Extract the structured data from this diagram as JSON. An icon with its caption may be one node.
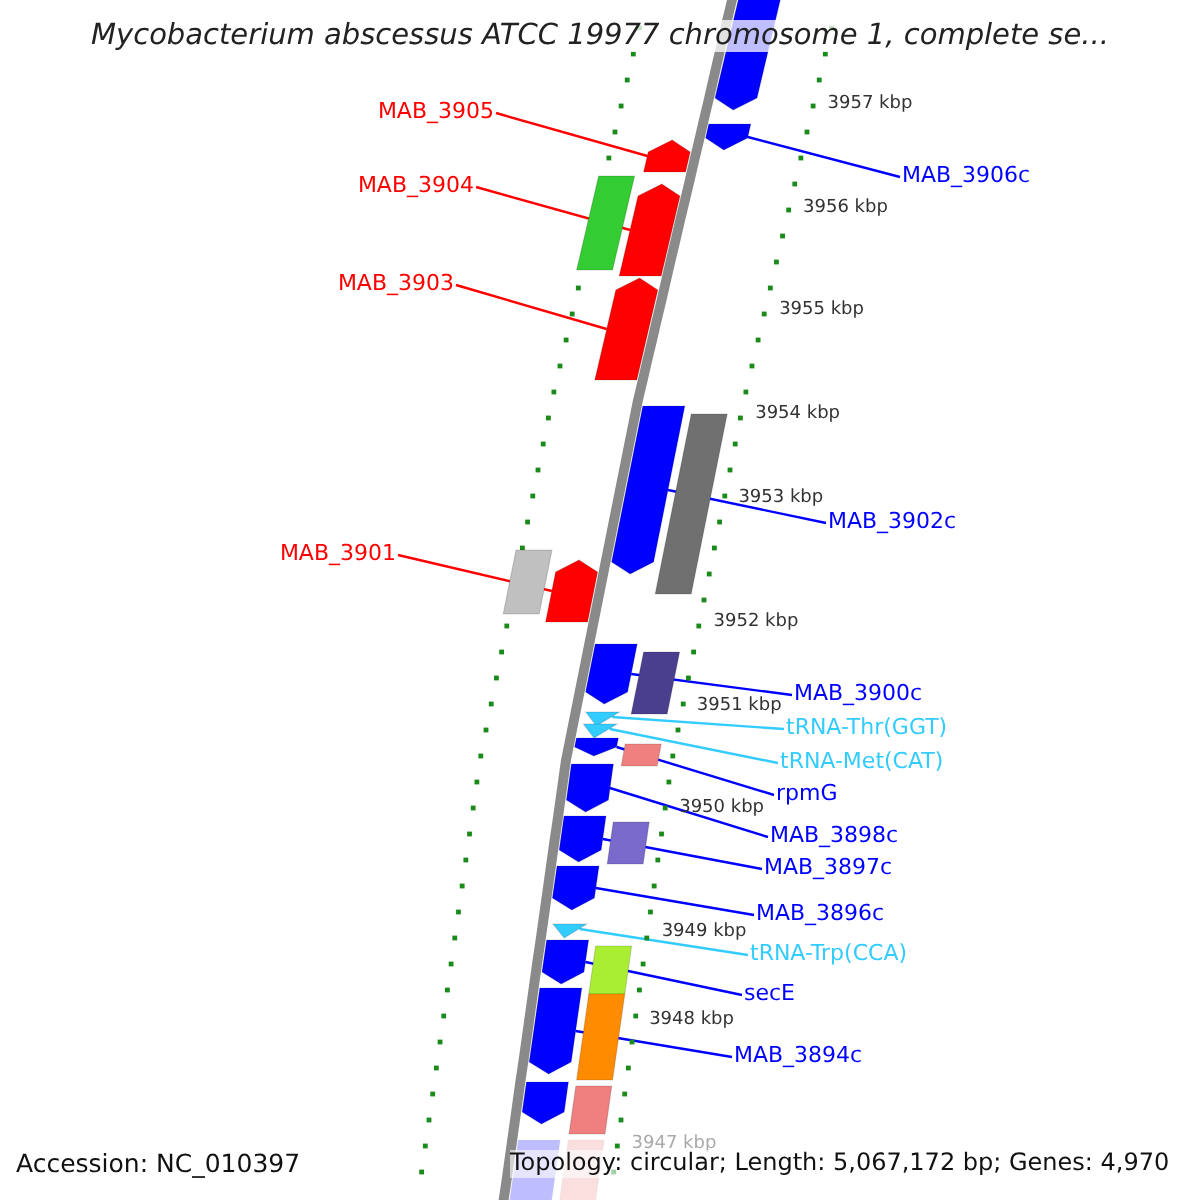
{
  "diagram": {
    "title": "Mycobacterium abscessus ATCC 19977 chromosome 1, complete se...",
    "nodes": [
      {
        "text": [
          "MAB_3905"
        ]
      },
      {
        "text": [
          "MAB_3904"
        ]
      },
      {
        "text": [
          "MAB_3903"
        ]
      },
      {
        "text": [
          "MAB_3906c"
        ]
      },
      {
        "text": [
          "MAB_3902c"
        ]
      },
      {
        "text": [
          "MAB_3901"
        ]
      },
      {
        "text": [
          "MAB_3900c"
        ]
      },
      {
        "text": [
          "tRNA-Thr(GGT)"
        ]
      },
      {
        "text": [
          "tRNA-Met(CAT)"
        ]
      },
      {
        "text": [
          "rpmG"
        ]
      },
      {
        "text": [
          "MAB_3898c"
        ]
      },
      {
        "text": [
          "MAB_3897c"
        ]
      },
      {
        "text": [
          "MAB_3896c"
        ]
      },
      {
        "text": [
          "tRNA-Trp(CCA)"
        ]
      },
      {
        "text": [
          "secE"
        ]
      },
      {
        "text": [
          "MAB_3894c"
        ]
      },
      {
        "text": [],
        "shape": "bar"
      },
      {
        "text": [],
        "shape": "bar"
      },
      {
        "text": [],
        "shape": "bar"
      },
      {
        "text": [],
        "shape": "bar"
      },
      {
        "text": [],
        "shape": "bar"
      },
      {
        "text": [],
        "shape": "bar"
      },
      {
        "text": [],
        "shape": "bar"
      },
      {
        "text": [],
        "shape": "bar"
      },
      {
        "text": [],
        "shape": "bar"
      },
      {
        "text": [],
        "shape": "bar"
      },
      {
        "text": [],
        "shape": "bar"
      },
      {
        "text": [],
        "shape": "bar"
      },
      {
        "text": [],
        "shape": "bar"
      },
      {
        "text": [],
        "shape": "bar"
      },
      {
        "text": [],
        "shape": "bar"
      },
      {
        "text": [],
        "shape": "bar"
      },
      {
        "text": [],
        "shape": "bar"
      },
      {
        "text": [],
        "shape": "bar"
      },
      {
        "text": [],
        "shape": "bar"
      },
      {
        "text": [],
        "shape": "bar"
      },
      {
        "text": [],
        "shape": "bar"
      },
      {
        "text": [],
        "shape": "bar"
      },
      {
        "text": [],
        "shape": "bar"
      },
      {
        "text": [],
        "shape": "bar"
      },
      {
        "text": [],
        "shape": "bar"
      },
      {
        "text": [],
        "shape": "bar"
      },
      {
        "text": [],
        "shape": "bar"
      },
      {
        "text": [],
        "shape": "bar"
      },
      {
        "text": [],
        "shape": "bar"
      }
    ],
    "edges": [
      {
        "from": 0,
        "to": 18,
        "arrow": "none",
        "color": "#ff0000"
      },
      {
        "from": 1,
        "to": 20,
        "arrow": "none",
        "color": "#ff0000"
      },
      {
        "from": 2,
        "to": 21,
        "arrow": "none",
        "color": "#ff0000"
      },
      {
        "from": 3,
        "to": 17,
        "arrow": "none"
      },
      {
        "from": 4,
        "to": 22,
        "arrow": "none"
      },
      {
        "from": 5,
        "to": 25,
        "arrow": "none",
        "color": "#ff0000"
      },
      {
        "from": 6,
        "to": 26,
        "arrow": "none"
      },
      {
        "from": 7,
        "to": 28,
        "arrow": "none",
        "color": "#33ccff"
      },
      {
        "from": 8,
        "to": 29,
        "arrow": "none",
        "color": "#33ccff"
      },
      {
        "from": 9,
        "to": 30,
        "arrow": "none"
      },
      {
        "from": 10,
        "to": 32,
        "arrow": "none"
      },
      {
        "from": 11,
        "to": 33,
        "arrow": "none"
      },
      {
        "from": 12,
        "to": 35,
        "arrow": "none"
      },
      {
        "from": 13,
        "to": 36,
        "arrow": "none",
        "color": "#33ccff"
      },
      {
        "from": 14,
        "to": 37,
        "arrow": "none"
      },
      {
        "from": 15,
        "to": 39,
        "arrow": "none"
      }
    ],
    "labels": [
      "3957 kbp",
      "3956 kbp",
      "3955 kbp",
      "3954 kbp",
      "3953 kbp",
      "3952 kbp",
      "3951 kbp",
      "3950 kbp",
      "3949 kbp",
      "3948 kbp",
      "3947 kbp",
      "Accession: NC_010397",
      "Topology: circular; Length: 5,067,172 bp; Genes: 4,970"
    ]
  }
}
